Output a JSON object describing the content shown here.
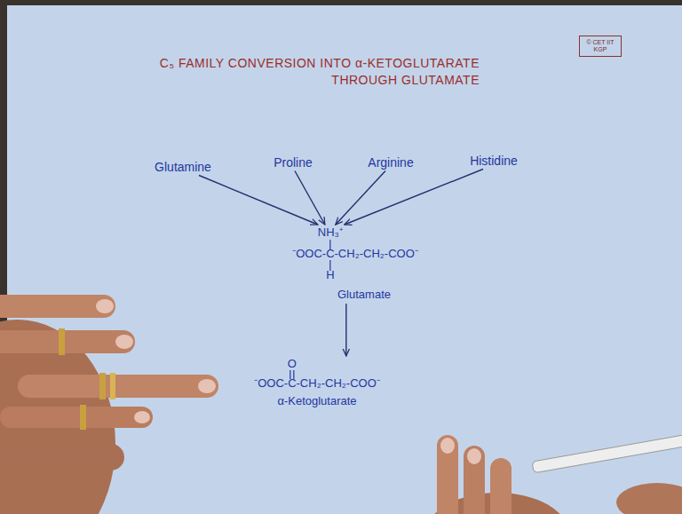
{
  "diagram": {
    "title": "C₅ FAMILY CONVERSION INTO α-KETOGLUTARATE THROUGH GLUTAMATE",
    "nodes": [
      {
        "text": [
          "© CET IIT KGP"
        ]
      },
      {
        "text": [
          "Glutamine"
        ]
      },
      {
        "text": [
          "Proline"
        ]
      },
      {
        "text": [
          "Arginine"
        ]
      },
      {
        "text": [
          "Histidine"
        ]
      },
      {
        "text": [
          "NH₃⁺",
          "⁻OOC-C-CH₂-CH₂-COO⁻",
          "H",
          "Glutamate"
        ]
      },
      {
        "text": [
          "O",
          "⁻OOC-C-CH₂-CH₂-COO⁻",
          "α-Ketoglutarate"
        ]
      }
    ],
    "edges": [
      {
        "from": 1,
        "to": 5,
        "arrow": "to"
      },
      {
        "from": 2,
        "to": 5,
        "arrow": "to"
      },
      {
        "from": 3,
        "to": 5,
        "arrow": "to"
      },
      {
        "from": 4,
        "to": 5,
        "arrow": "to"
      },
      {
        "from": 5,
        "to": 6,
        "arrow": "to"
      }
    ]
  }
}
